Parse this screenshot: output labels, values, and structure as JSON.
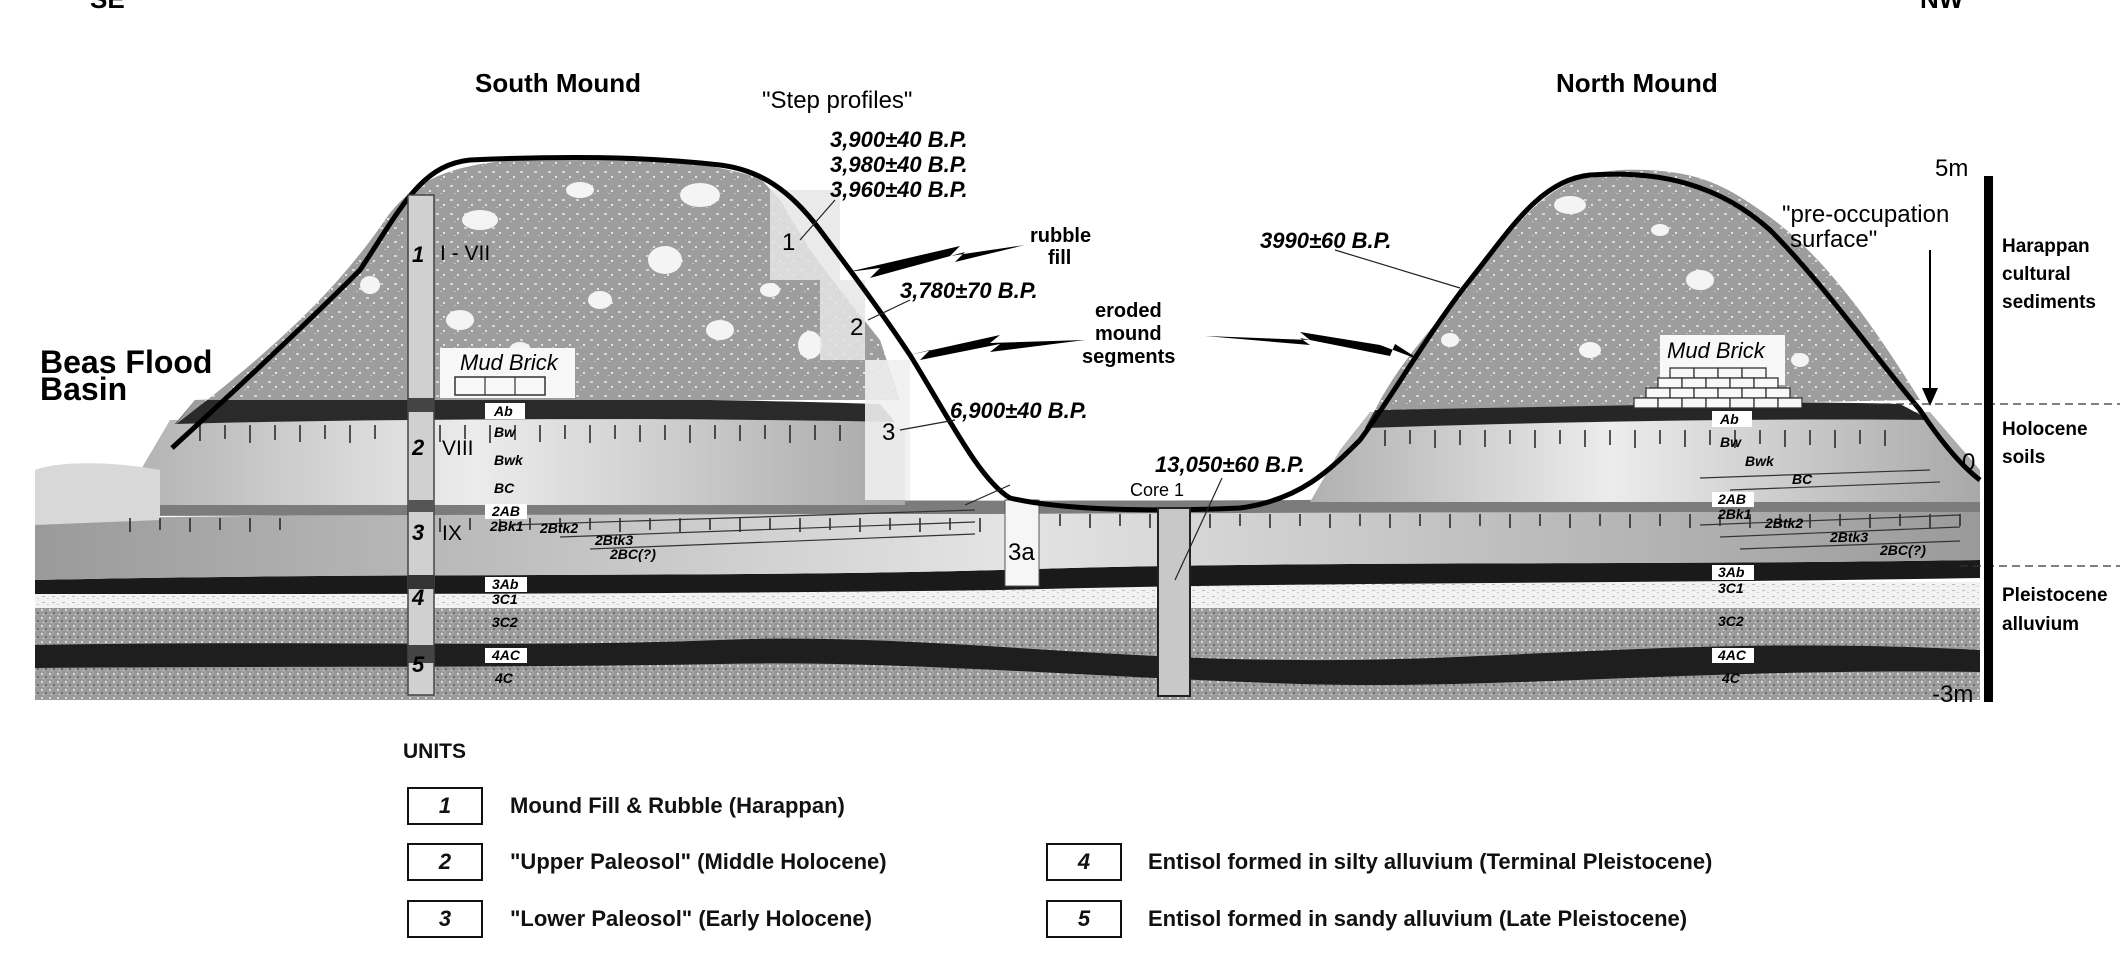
{
  "corner": {
    "left": "SE",
    "right": "NW"
  },
  "mounds": {
    "south": "South Mound",
    "north": "North Mound"
  },
  "step_profiles": "\"Step profiles\"",
  "step_numbers": [
    "1",
    "2",
    "3",
    "3a"
  ],
  "dates": {
    "s1": "3,900±40 B.P.",
    "s2": "3,980±40 B.P.",
    "s3": "3,960±40 B.P.",
    "s4": "3,780±70 B.P.",
    "s5": "6,900±40 B.P.",
    "core": "13,050±60 B.P.",
    "north": "3990±60 B.P."
  },
  "annotations": {
    "rubble_fill": [
      "rubble",
      "fill"
    ],
    "eroded": [
      "eroded",
      "mound",
      "segments"
    ],
    "preocc": [
      "\"pre-occupation",
      "surface\""
    ],
    "beas": [
      "Beas Flood",
      "Basin"
    ],
    "mud_brick": "Mud Brick",
    "core1": "Core 1"
  },
  "column": {
    "units": [
      "1",
      "2",
      "3",
      "4",
      "5"
    ],
    "roman": [
      "I - VII",
      "VIII",
      "IX"
    ]
  },
  "horizons_south": [
    "Ab",
    "Bw",
    "Bwk",
    "BC",
    "2AB",
    "2Bk1",
    "2Btk2",
    "2Btk3",
    "2BC(?)",
    "3Ab",
    "3C1",
    "3C2",
    "4AC",
    "4C"
  ],
  "horizons_north": [
    "Ab",
    "Bw",
    "Bwk",
    "BC",
    "2AB",
    "2Bk1",
    "2Btk2",
    "2Btk3",
    "2BC(?)",
    "3Ab",
    "3C1",
    "3C2",
    "4AC",
    "4C"
  ],
  "scale": {
    "ticks": [
      "5m",
      "0",
      "-3m"
    ],
    "zones": [
      [
        "Harappan",
        "cultural",
        "sediments"
      ],
      [
        "Holocene",
        "soils"
      ],
      [
        "Pleistocene",
        "alluvium"
      ]
    ]
  },
  "legend": {
    "title": "UNITS",
    "items": [
      {
        "num": "1",
        "label": "Mound Fill & Rubble (Harappan)"
      },
      {
        "num": "2",
        "label": "\"Upper Paleosol\" (Middle Holocene)"
      },
      {
        "num": "3",
        "label": "\"Lower Paleosol\" (Early Holocene)"
      },
      {
        "num": "4",
        "label": "Entisol formed in silty alluvium (Terminal Pleistocene)"
      },
      {
        "num": "5",
        "label": "Entisol formed in sandy alluvium (Late Pleistocene)"
      }
    ]
  }
}
